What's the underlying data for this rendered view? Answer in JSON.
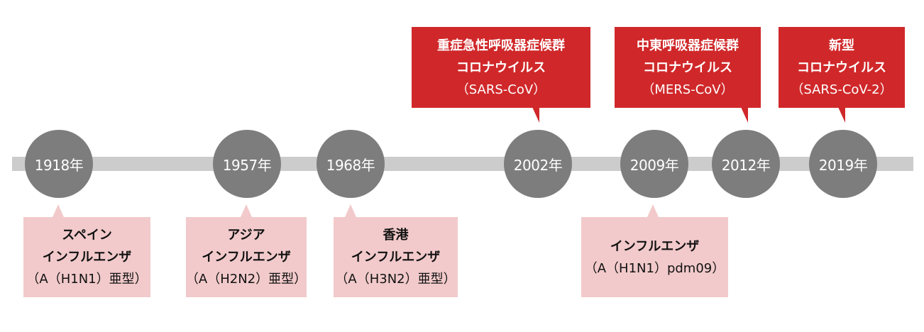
{
  "years": [
    "1918年",
    "1957年",
    "1968年",
    "2002年",
    "2009年",
    "2012年",
    "2019年"
  ],
  "influenza": [
    {
      "lines": [
        "スペイン",
        "インフルエンザ",
        "（A（H1N1）亜型）"
      ]
    },
    {
      "lines": [
        "アジア",
        "インフルエンザ",
        "（A（H2N2）亜型）"
      ]
    },
    {
      "lines": [
        "香港",
        "インフルエンザ",
        "（A（H3N2）亜型）"
      ]
    },
    {
      "lines": [
        "インフルエンザ",
        "（A（H1N1）pdm09）"
      ]
    }
  ],
  "coronavirus": [
    {
      "lines": [
        "重症急性呼吸器症候群",
        "コロナウイルス",
        "（SARS-CoV）"
      ]
    },
    {
      "lines": [
        "中東呼吸器症候群",
        "コロナウイルス",
        "（MERS-CoV）"
      ]
    },
    {
      "lines": [
        "新型",
        "コロナウイルス",
        "（SARS-CoV-2）"
      ]
    }
  ],
  "colors": {
    "track": "#cccccc",
    "year_circle": "#7d7d7d",
    "influenza_box": "#f2cacb",
    "coronavirus_box": "#d0282a"
  }
}
